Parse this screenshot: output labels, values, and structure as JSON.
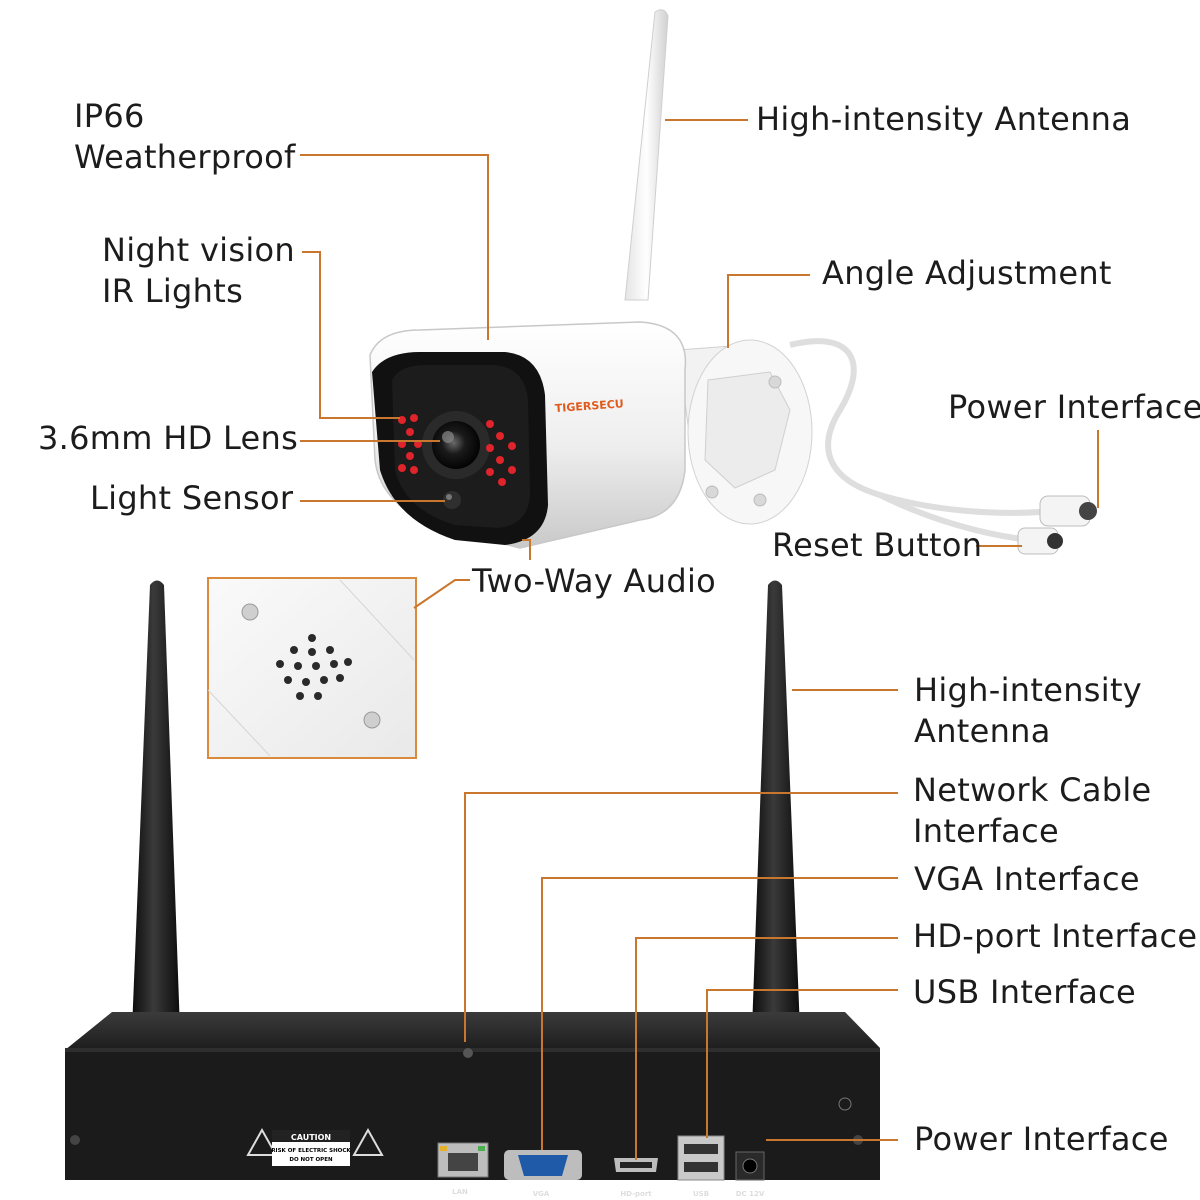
{
  "product": {
    "brand_text": "TIGERSECU"
  },
  "camera_callouts": {
    "ip66_line1": "IP66",
    "ip66_line2": "Weatherproof",
    "night_vision_line1": "Night vision",
    "night_vision_line2": "IR Lights",
    "lens": "3.6mm HD Lens",
    "light_sensor": "Light Sensor",
    "two_way_audio": "Two-Way Audio",
    "antenna": "High-intensity Antenna",
    "angle_adjustment": "Angle Adjustment",
    "power_interface": "Power Interface",
    "reset_button": "Reset Button"
  },
  "nvr_callouts": {
    "antenna_line1": "High-intensity",
    "antenna_line2": "Antenna",
    "network_line1": "Network Cable",
    "network_line2": "Interface",
    "vga": "VGA Interface",
    "hd_port": "HD-port Interface",
    "usb": "USB Interface",
    "power": "Power Interface"
  },
  "nvr_panel": {
    "caution_title": "CAUTION",
    "caution_line1": "RISK OF ELECTRIC SHOCK",
    "caution_line2": "DO NOT OPEN",
    "port_lan": "LAN",
    "port_vga": "VGA",
    "port_hd": "HD-port",
    "port_usb": "USB",
    "port_dc": "DC 12V"
  },
  "colors": {
    "leader_line": "#c9762e",
    "inset_border": "#d98a3d",
    "nvr_body": "#1b1b1b",
    "ir_led": "#e0242b"
  }
}
